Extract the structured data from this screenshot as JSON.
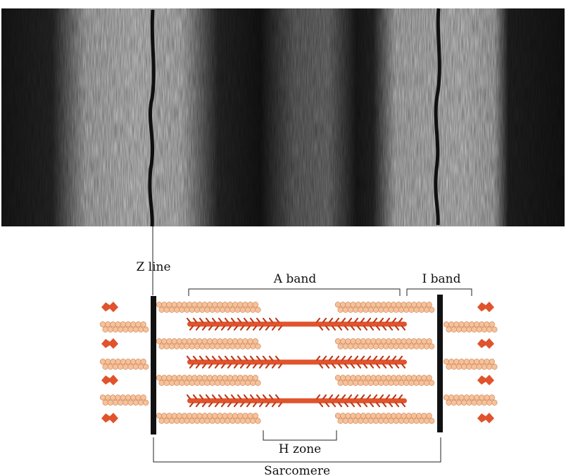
{
  "labels": {
    "z_line": "Z line",
    "a_band": "A band",
    "i_band": "I band",
    "h_zone": "H zone",
    "sarcomere": "Sarcomere"
  },
  "colors": {
    "actin_bead": "#f6c29a",
    "actin_bead_edge": "#c8784a",
    "myosin": "#e0532c",
    "myosin_dark": "#b93a1c",
    "z_disc": "#111111",
    "micrograph_light": "#c9c9c9",
    "micrograph_dark": "#151515",
    "line": "#222222"
  }
}
